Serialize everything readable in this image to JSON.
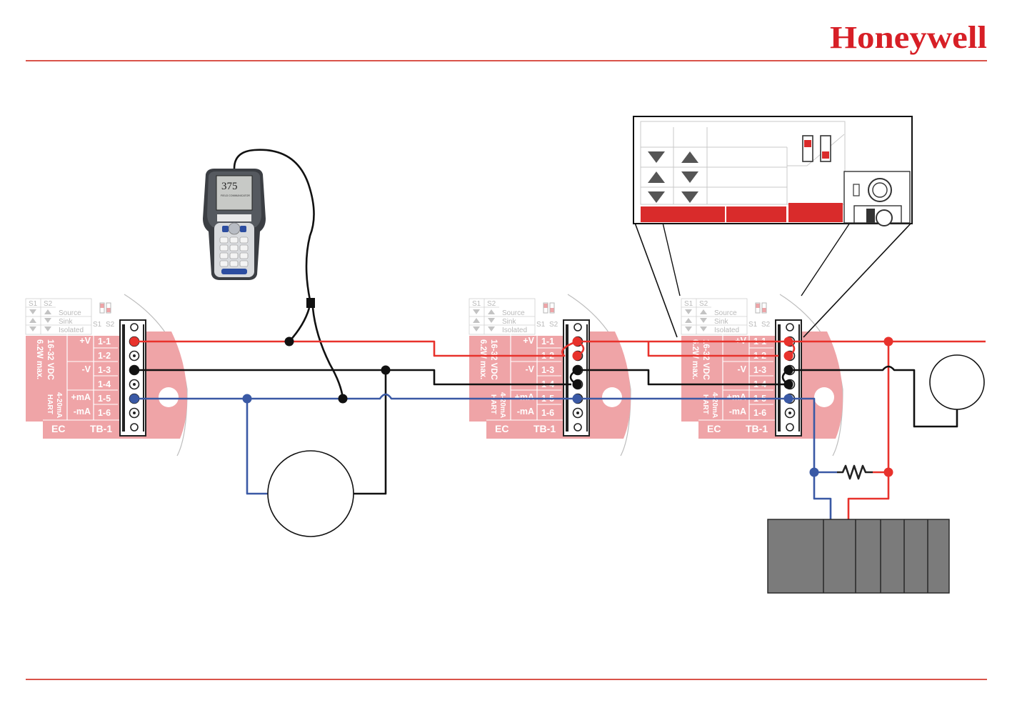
{
  "brand": {
    "name": "Honeywell",
    "color": "#d71f26"
  },
  "colors": {
    "rule": "#d9534a",
    "pink": "#efa4a7",
    "pink_light": "#f3c2c4",
    "red_wire": "#e8322c",
    "black_wire": "#111111",
    "blue_wire": "#3a59a5",
    "panel_red": "#d92b2b",
    "plc_grey": "#7b7b7b"
  },
  "terminal": {
    "switch_headers": [
      "S1",
      "S2"
    ],
    "modes": [
      "Source",
      "Sink",
      "Isolated"
    ],
    "power_rating": [
      "16-32 VDC",
      "6.2W max."
    ],
    "loop_rating": [
      "4-20mA",
      "HART"
    ],
    "signals": [
      "+V",
      "-V",
      "+mA",
      "-mA"
    ],
    "pins": [
      "1-1",
      "1-2",
      "1-3",
      "1-4",
      "1-5",
      "1-6"
    ],
    "footer_left": "EC",
    "footer_right": "TB-1"
  },
  "communicator": {
    "model": "375",
    "caption": "FIELD COMMUNICATOR",
    "icon": "handheld-communicator-icon"
  }
}
